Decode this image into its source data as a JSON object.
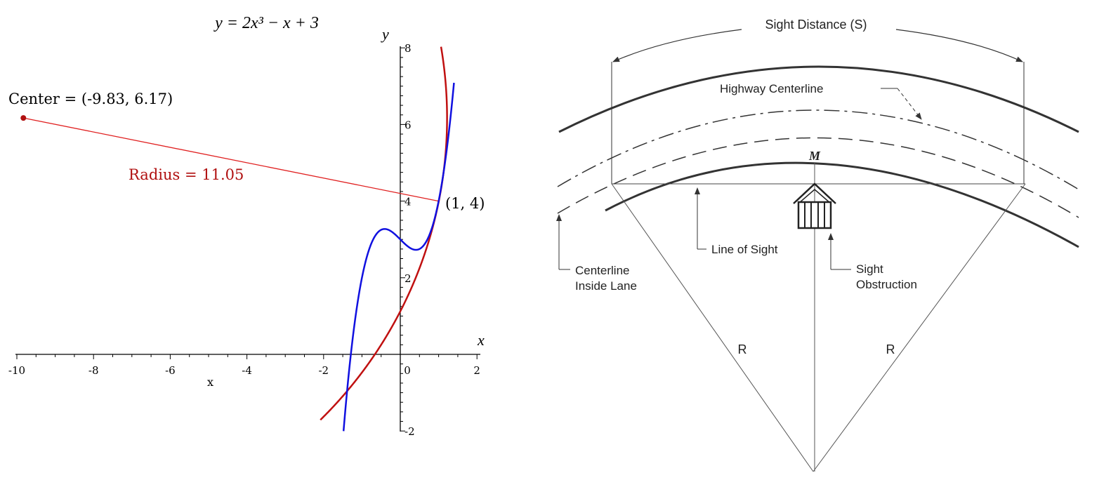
{
  "left_panel": {
    "equation": "y = 2x³ − x + 3",
    "x_axis_label": "x",
    "y_axis_label": "y",
    "x_axis_caption": "x",
    "center_label": "Center = (-9.83, 6.17)",
    "radius_label": "Radius = 11.05",
    "point_label": "(1, 4)",
    "colors": {
      "cubic": "#1010e0",
      "circle": "#c01010",
      "radius_line": "#e02020",
      "axes": "#000000"
    }
  },
  "chart_data": {
    "type": "line",
    "x_ticks": [
      -10,
      -8,
      -6,
      -4,
      -2,
      0,
      2
    ],
    "y_ticks": [
      -2,
      2,
      4,
      6,
      8
    ],
    "xlim": [
      -10,
      2
    ],
    "ylim": [
      -2,
      8
    ],
    "series": [
      {
        "function": "2x^3 - x + 3",
        "color": "#1010e0"
      },
      {
        "center": [
          -9.83,
          6.17
        ],
        "radius": 11.05,
        "color": "#c01010"
      }
    ],
    "points": [
      {
        "x": -9.83,
        "y": 6.17
      },
      {
        "x": 1,
        "y": 4
      }
    ]
  },
  "right_panel": {
    "sight_distance_label": "Sight Distance (S)",
    "highway_centerline_label": "Highway Centerline",
    "m_label": "M",
    "line_of_sight_label": "Line of Sight",
    "centerline_inside_lane_label_line1": "Centerline",
    "centerline_inside_lane_label_line2": "Inside Lane",
    "sight_obstruction_label_line1": "Sight",
    "sight_obstruction_label_line2": "Obstruction",
    "radius_left_label": "R",
    "radius_right_label": "R"
  }
}
